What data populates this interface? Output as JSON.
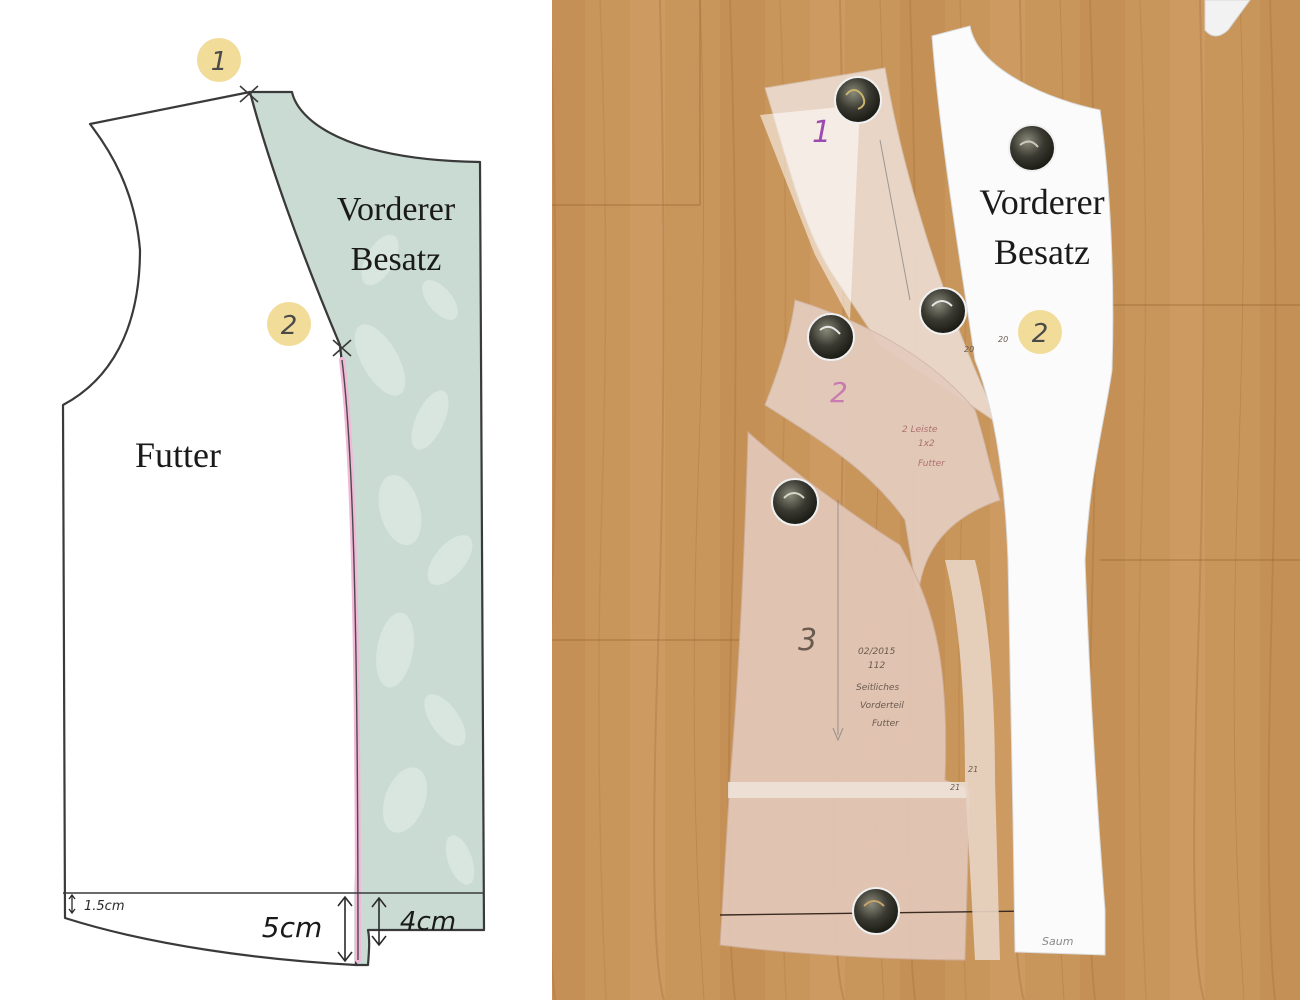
{
  "diagram": {
    "labels": {
      "futter": "Futter",
      "vorderer_besatz_line1": "Vorderer",
      "vorderer_besatz_line2": "Besatz"
    },
    "markers": [
      "1",
      "2"
    ],
    "measurements": {
      "hem_lining": "1.5cm",
      "hem_total": "5cm",
      "hem_facing": "4cm"
    }
  },
  "photo": {
    "labels": {
      "vorderer_besatz_line1": "Vorderer",
      "vorderer_besatz_line2": "Besatz"
    },
    "marker": "2",
    "piece_numbers": [
      "1",
      "2",
      "3"
    ],
    "pencil_notes": {
      "piece2": [
        "2 Leiste",
        "1x2",
        "Futter"
      ],
      "piece3": [
        "02/2015",
        "112",
        "Seitliches",
        "Vorderteil",
        "Futter"
      ],
      "hem_note": "Saum",
      "marks": [
        "20",
        "20",
        "21",
        "21"
      ]
    }
  },
  "colors": {
    "facing": "#c9dbd3",
    "marker_circle": "#f2dc9a",
    "pink_line": "#f2b8d8",
    "wood": "#c9965a",
    "tissue": "#ead9cc",
    "paper_white": "#fbfbfb",
    "pen_purple": "#9c4bb0"
  },
  "icons": [
    "pin-weight-icon",
    "arrow-updown-icon",
    "cross-mark-icon"
  ]
}
